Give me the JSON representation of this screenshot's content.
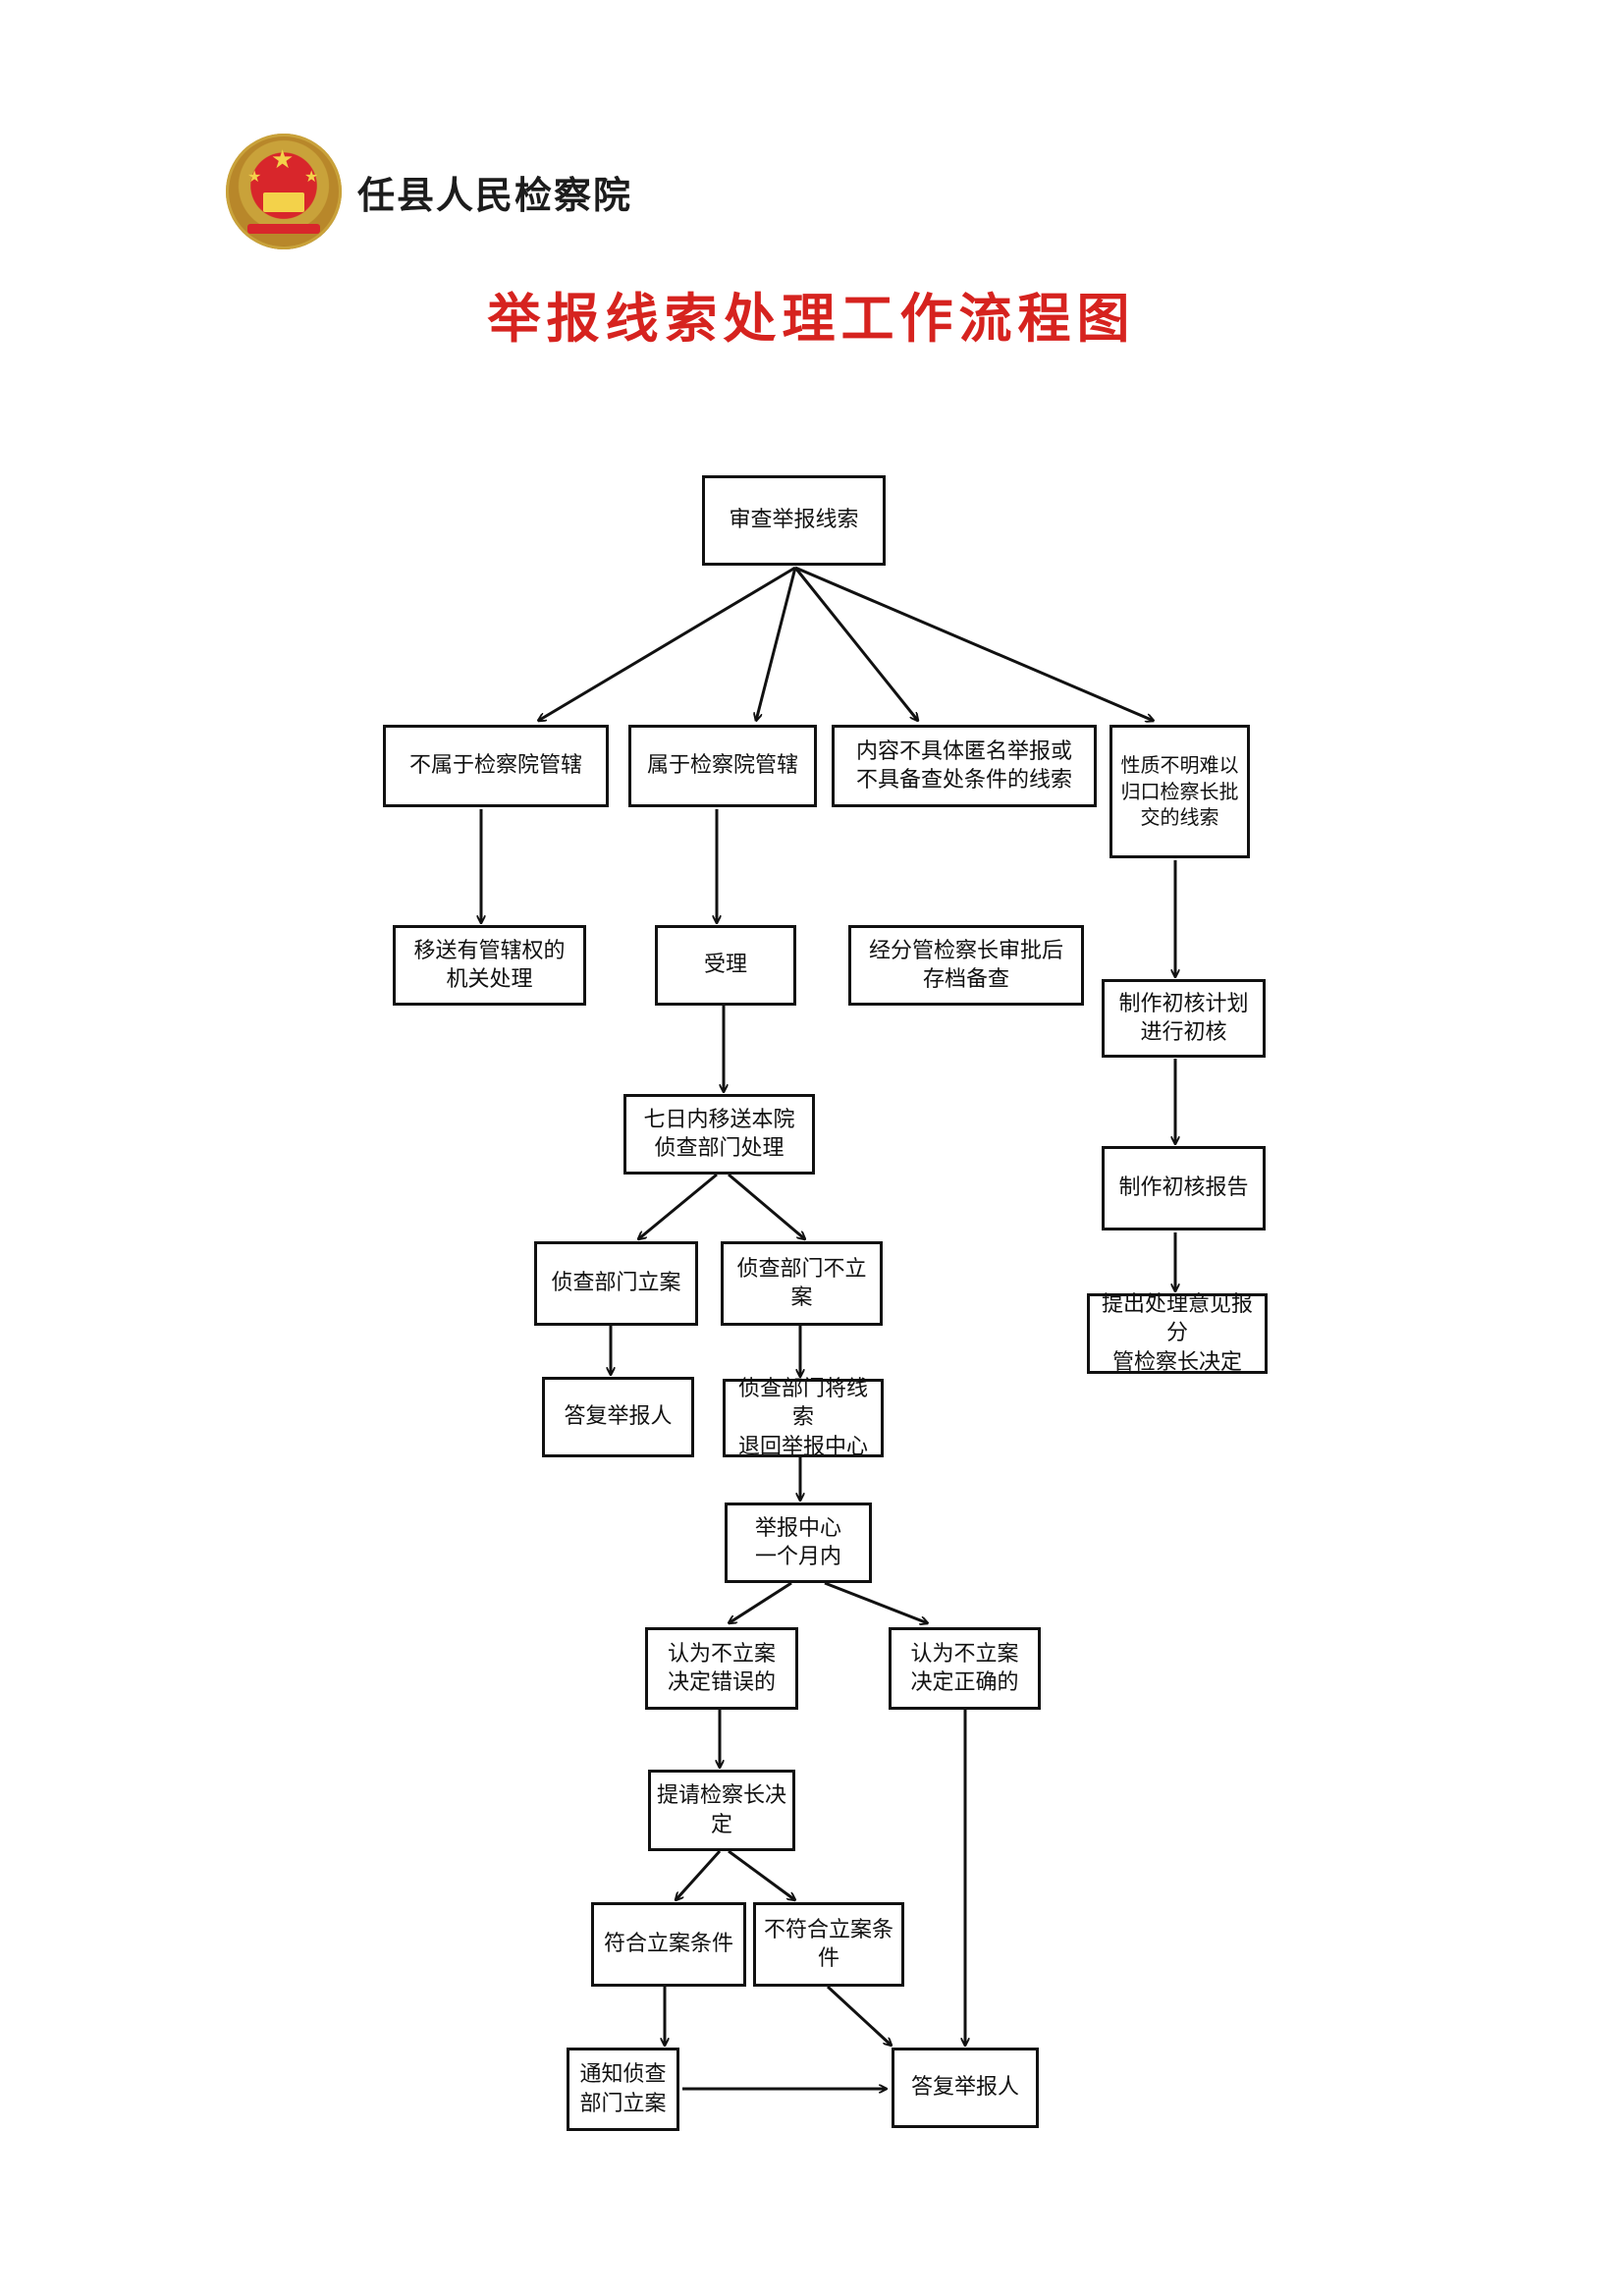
{
  "header": {
    "org_name": "任县人民检察院",
    "emblem_icon": "procuratorate-emblem-icon"
  },
  "title": "举报线索处理工作流程图",
  "colors": {
    "title": "#d6231f",
    "box_border": "#111111",
    "emblem_red": "#d8262b",
    "emblem_gold": "#c9a23a"
  },
  "nodes": {
    "review": "审查举报线索",
    "not_jurisdiction": "不属于检察院管辖",
    "jurisdiction": "属于检察院管辖",
    "incomplete_clue": "内容不具体匿名举报或\n不具备查处条件的线索",
    "unclear_nature": "性质不明难以\n归口检察长批\n交的线索",
    "transfer_authority": "移送有管辖权的\n机关处理",
    "accept": "受理",
    "archive": "经分管检察长审批后\n存档备查",
    "prelim_plan": "制作初核计划\n进行初核",
    "seven_days": "七日内移送本院\n侦查部门处理",
    "prelim_report": "制作初核报告",
    "filed": "侦查部门立案",
    "not_filed": "侦查部门不立案",
    "propose": "提出处理意见报分\n管检察长决定",
    "reply_1": "答复举报人",
    "return_clue": "侦查部门将线索\n退回举报中心",
    "center_month": "举报中心\n一个月内",
    "wrong_decision": "认为不立案\n决定错误的",
    "correct_decision": "认为不立案\n决定正确的",
    "request_chief": "提请检察长决定",
    "meets": "符合立案条件",
    "not_meets": "不符合立案条件",
    "notify": "通知侦查\n部门立案",
    "reply_final": "答复举报人"
  }
}
